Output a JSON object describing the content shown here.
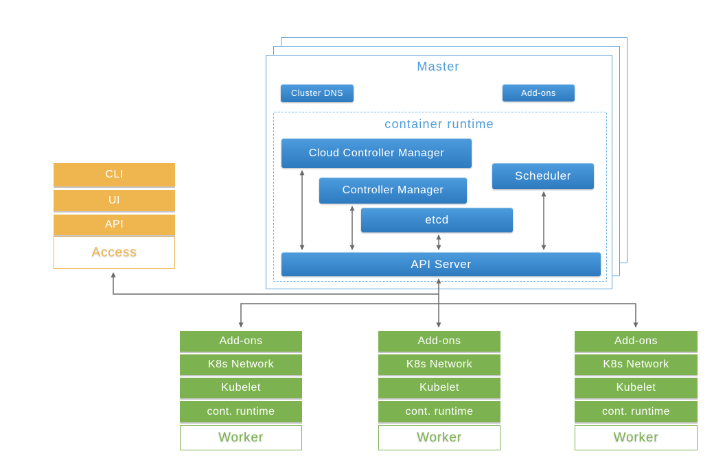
{
  "colors": {
    "blue_gradient_top": "#4C9CDE",
    "blue_gradient_bottom": "#2E7ABF",
    "master_border_blue": "#5B9FD6",
    "dashed_border_blue": "#74B4E4",
    "heading_blue": "#4E9CD9",
    "orange": "#EFB54E",
    "green": "#7CB24F",
    "arrow_gray": "#6A6A6A"
  },
  "master": {
    "title": "Master",
    "cluster_dns": "Cluster DNS",
    "addons": "Add-ons",
    "container_runtime": {
      "title": "container runtime",
      "components": {
        "cloud_controller_manager": "Cloud Controller Manager",
        "controller_manager": "Controller Manager",
        "scheduler": "Scheduler",
        "etcd": "etcd",
        "api_server": "API Server"
      }
    }
  },
  "access": {
    "items": [
      "CLI",
      "UI",
      "API"
    ],
    "label": "Access"
  },
  "workers": [
    {
      "rows": [
        "Add-ons",
        "K8s Network",
        "Kubelet",
        "cont. runtime"
      ],
      "label": "Worker"
    },
    {
      "rows": [
        "Add-ons",
        "K8s Network",
        "Kubelet",
        "cont. runtime"
      ],
      "label": "Worker"
    },
    {
      "rows": [
        "Add-ons",
        "K8s Network",
        "Kubelet",
        "cont. runtime"
      ],
      "label": "Worker"
    }
  ]
}
